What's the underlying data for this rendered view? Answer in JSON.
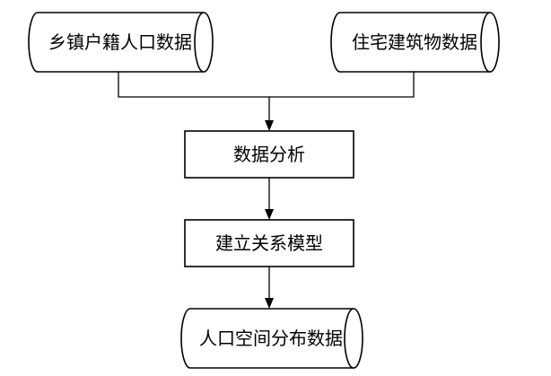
{
  "nodes": {
    "rural_population": {
      "label": "乡镇户籍人口数据",
      "shape": "cylinder-horizontal"
    },
    "residential_buildings": {
      "label": "住宅建筑物数据",
      "shape": "cylinder-horizontal"
    },
    "data_analysis": {
      "label": "数据分析",
      "shape": "rectangle"
    },
    "build_model": {
      "label": "建立关系模型",
      "shape": "rectangle"
    },
    "population_distribution": {
      "label": "人口空间分布数据",
      "shape": "cylinder-horizontal"
    }
  },
  "edges": [
    {
      "from": "rural_population",
      "to": "data_analysis"
    },
    {
      "from": "residential_buildings",
      "to": "data_analysis"
    },
    {
      "from": "data_analysis",
      "to": "build_model"
    },
    {
      "from": "build_model",
      "to": "population_distribution"
    }
  ],
  "colors": {
    "stroke": "#000000",
    "fill": "#ffffff",
    "text": "#000000"
  }
}
